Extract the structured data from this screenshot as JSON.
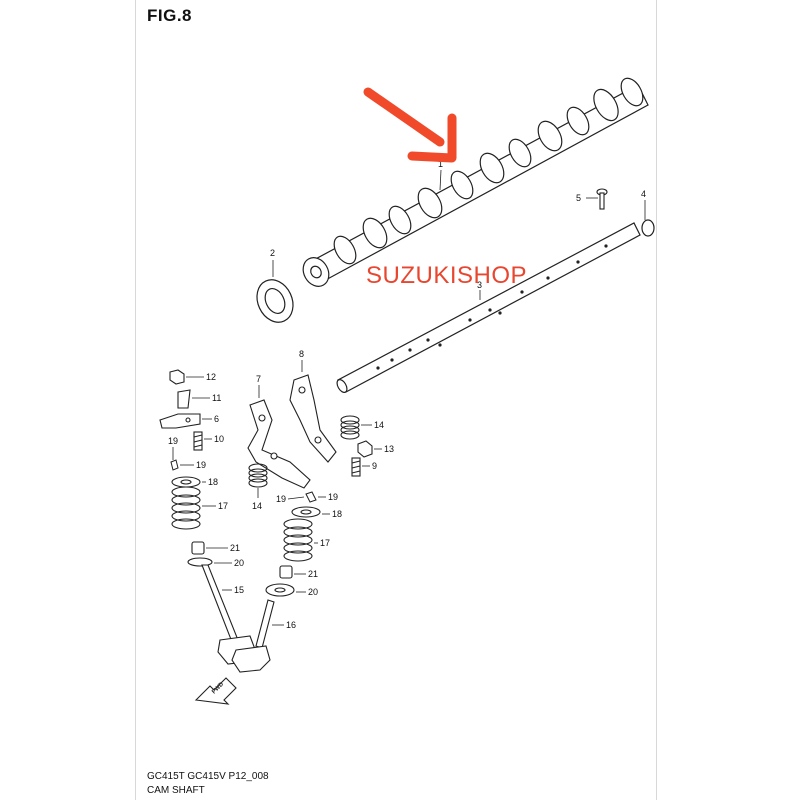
{
  "figure": {
    "title": "FIG.8"
  },
  "watermark": {
    "text": "SUZUKISHOP",
    "color": "#e8462f"
  },
  "arrow": {
    "color": "#f04a2a"
  },
  "footer": {
    "model_line": "GC415T GC415V P12_008",
    "caption": "CAM SHAFT"
  },
  "fwd_label": "FWD",
  "callouts": {
    "n1": "1",
    "n2": "2",
    "n3": "3",
    "n4": "4",
    "n5": "5",
    "n6": "6",
    "n7": "7",
    "n8": "8",
    "n9": "9",
    "n10": "10",
    "n11": "11",
    "n12": "12",
    "n13": "13",
    "n14a": "14",
    "n14b": "14",
    "n15": "15",
    "n16": "16",
    "n17a": "17",
    "n17b": "17",
    "n18a": "18",
    "n18b": "18",
    "n19a": "19",
    "n19b": "19",
    "n19c": "19",
    "n19d": "19",
    "n20a": "20",
    "n20b": "20",
    "n21a": "21",
    "n21b": "21"
  }
}
